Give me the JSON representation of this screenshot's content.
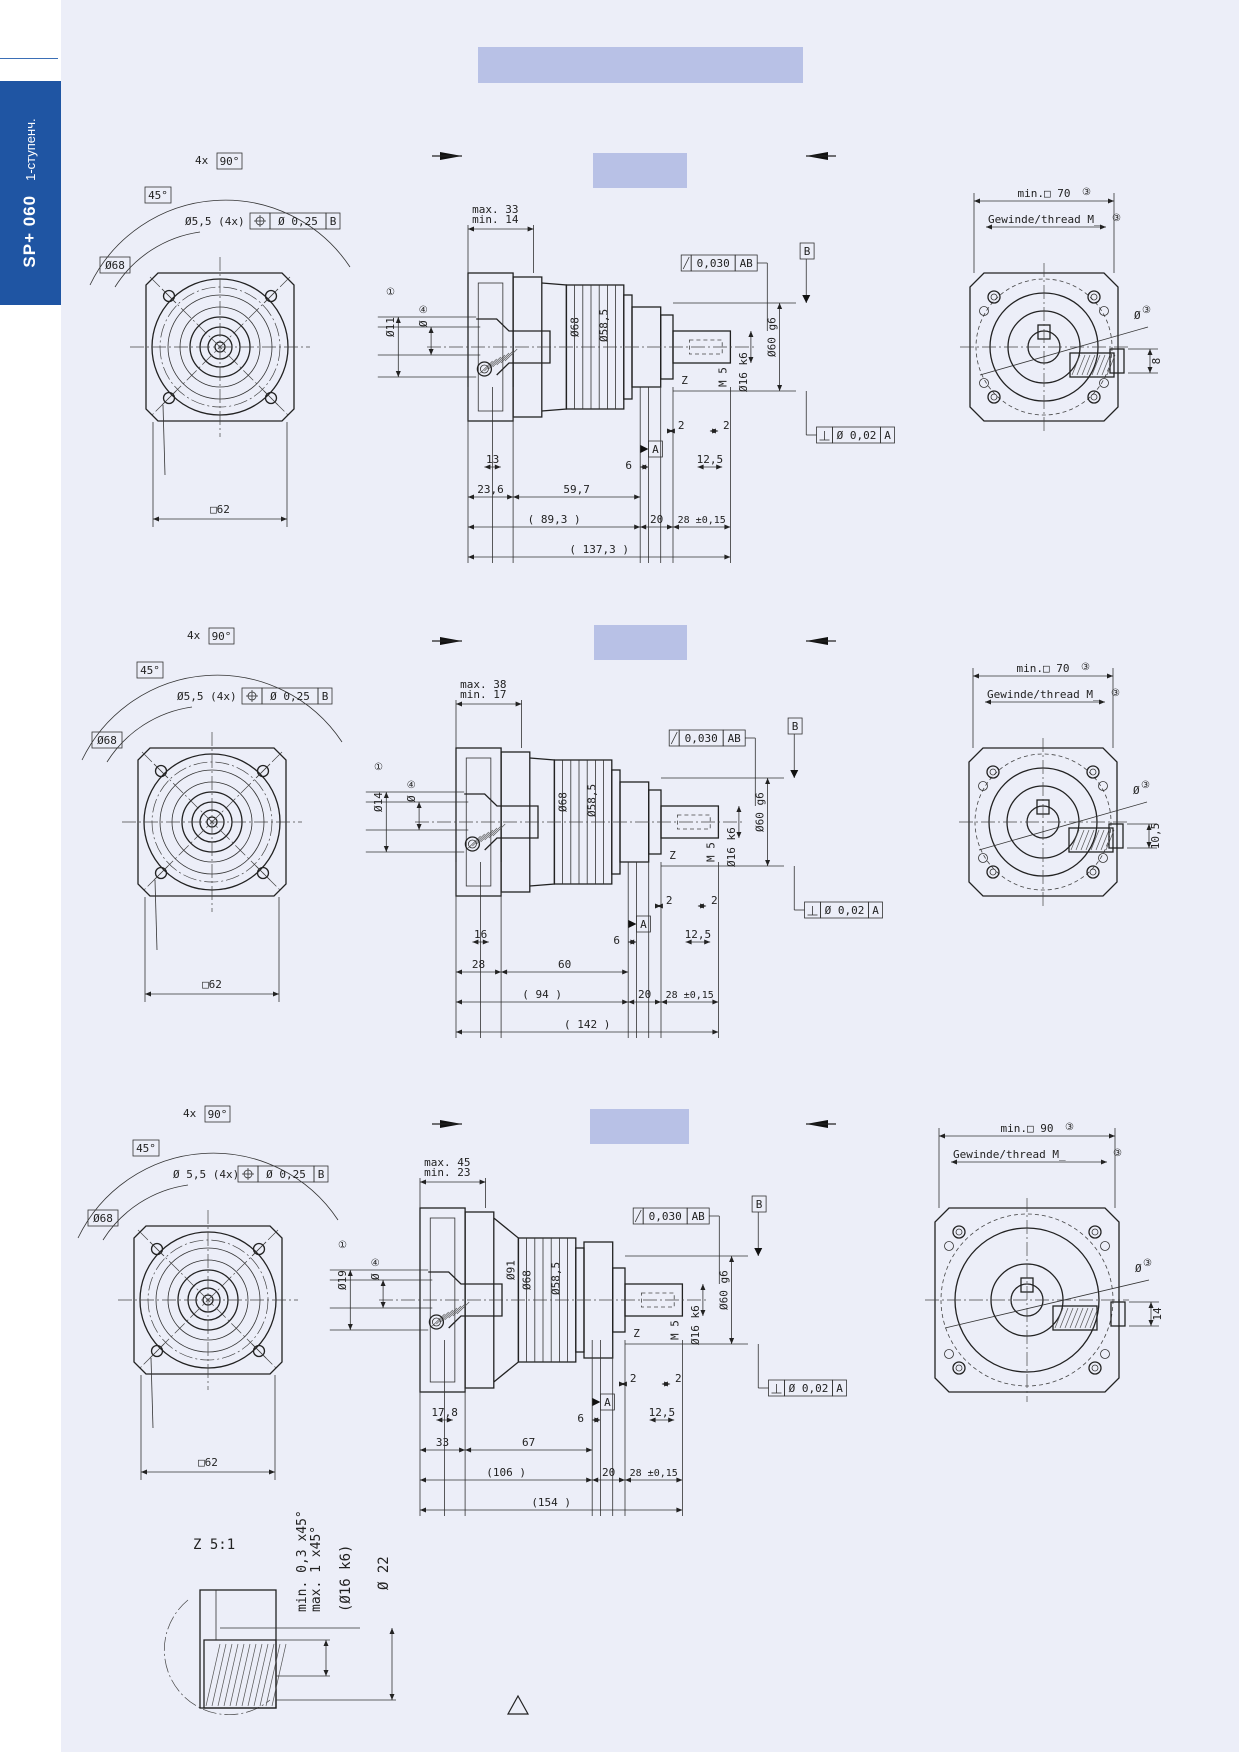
{
  "side_tab": {
    "code": "SP+ 060",
    "stage": "1-ступенч."
  },
  "views": [
    {
      "pitch": "4x",
      "pitch_angle": "90°",
      "offset_angle": "45°",
      "pcd": "Ø68",
      "holes": "Ø5,5 (4x)",
      "position_tol": "Ø 0,25",
      "position_ref": "B",
      "square": "□62",
      "inlet_max": "max. 33",
      "inlet_min": "min. 14",
      "shaft_d": "Ø11",
      "shaft_d_note": "①",
      "hole_small": "Ø",
      "hole_small_note": "④",
      "d_housing1": "Ø68",
      "d_housing2": "Ø58,5",
      "runout": "0,030",
      "runout_ref": "AB",
      "datum_b": "B",
      "pilot": "Ø60 g6",
      "thread": "M 5",
      "out_shaft": "Ø16 k6",
      "detail_z": "Z",
      "datum_a": "A",
      "perp": "Ø 0,02",
      "perp_ref": "A",
      "dims": {
        "c1": "13",
        "c2": "6",
        "c3": "2",
        "c4": "2",
        "c5": "12,5",
        "c6": "23,6",
        "c7": "59,7",
        "c8": "( 89,3 )",
        "c9": "20",
        "c10": "28 ±0,15",
        "total": "( 137,3 )"
      },
      "min_sq": "min.□ 70",
      "min_sq_note": "③",
      "thread_label": "Gewinde/thread M_",
      "thread_label_note": "③",
      "right_d": "Ø",
      "right_d_note": "③",
      "key": "8"
    },
    {
      "pitch": "4x",
      "pitch_angle": "90°",
      "offset_angle": "45°",
      "pcd": "Ø68",
      "holes": "Ø5,5 (4x)",
      "position_tol": "Ø 0,25",
      "position_ref": "B",
      "square": "□62",
      "inlet_max": "max. 38",
      "inlet_min": "min. 17",
      "shaft_d": "Ø14",
      "shaft_d_note": "①",
      "hole_small": "Ø",
      "hole_small_note": "④",
      "d_housing1": "Ø68",
      "d_housing2": "Ø58,5",
      "runout": "0,030",
      "runout_ref": "AB",
      "datum_b": "B",
      "pilot": "Ø60 g6",
      "thread": "M 5",
      "out_shaft": "Ø16 k6",
      "detail_z": "Z",
      "datum_a": "A",
      "perp": "Ø 0,02",
      "perp_ref": "A",
      "dims": {
        "c1": "16",
        "c2": "6",
        "c3": "2",
        "c4": "2",
        "c5": "12,5",
        "c6": "28",
        "c7": "60",
        "c8": "( 94 )",
        "c9": "20",
        "c10": "28 ±0,15",
        "total": "( 142 )"
      },
      "min_sq": "min.□ 70",
      "min_sq_note": "③",
      "thread_label": "Gewinde/thread M_",
      "thread_label_note": "③",
      "right_d": "Ø",
      "right_d_note": "③",
      "key": "10,5"
    },
    {
      "pitch": "4x",
      "pitch_angle": "90°",
      "offset_angle": "45°",
      "pcd": "Ø68",
      "holes": "Ø 5,5 (4x)",
      "position_tol": "Ø 0,25",
      "position_ref": "B",
      "square": "□62",
      "inlet_max": "max. 45",
      "inlet_min": "min. 23",
      "shaft_d": "Ø19",
      "shaft_d_note": "①",
      "hole_small": "Ø",
      "hole_small_note": "④",
      "d_housing1": "Ø68",
      "d_housing2": "Ø58,5",
      "d_housing3": "Ø91",
      "runout": "0,030",
      "runout_ref": "AB",
      "datum_b": "B",
      "pilot": "Ø60 g6",
      "thread": "M 5",
      "out_shaft": "Ø16 k6",
      "detail_z": "Z",
      "datum_a": "A",
      "perp": "Ø 0,02",
      "perp_ref": "A",
      "dims": {
        "c1": "17,8",
        "c2": "6",
        "c3": "2",
        "c4": "2",
        "c5": "12,5",
        "c6": "33",
        "c7": "67",
        "c8": "(106 )",
        "c9": "20",
        "c10": "28 ±0,15",
        "total": "(154 )"
      },
      "min_sq": "min.□ 90",
      "min_sq_note": "③",
      "thread_label": "Gewinde/thread M_",
      "thread_label_note": "③",
      "right_d": "Ø",
      "right_d_note": "③",
      "key": "14"
    }
  ],
  "detail": {
    "title": "Z 5:1",
    "chamfer_min": "min. 0,3 x45°",
    "chamfer_max": "max. 1 x45°",
    "shaft": "(Ø16 k6)",
    "diameter": "Ø 22"
  },
  "footer": {
    "symbol": "triangle"
  }
}
